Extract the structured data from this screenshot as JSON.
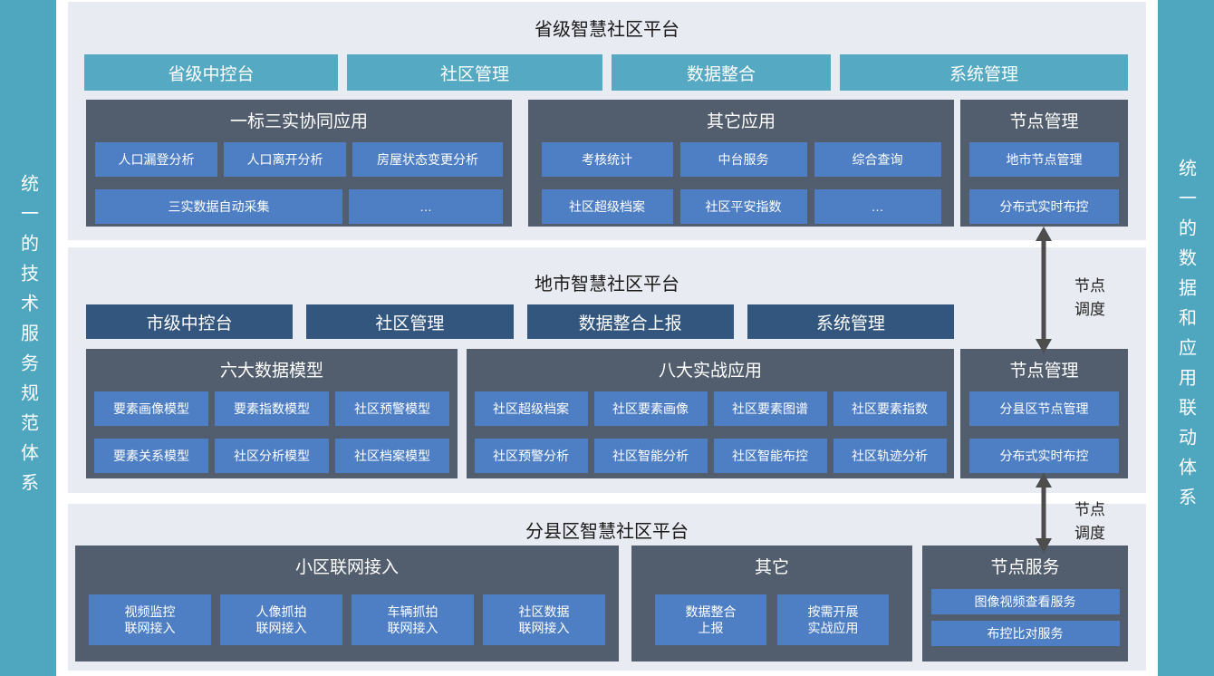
{
  "colors": {
    "sidebar_teal": "#4FA6BF",
    "section_bg": "#E9EBF2",
    "panel_dark": "#525D6D",
    "chip_blue": "#4E7FC4",
    "nav_teal": "#55A9C3",
    "nav_navy": "#33567E",
    "arrow_gray": "#4D4D4D"
  },
  "sidebars": {
    "left": "统一的技术服务规范体系",
    "right": "统一的数据和应用联动体系"
  },
  "provincial": {
    "title": "省级智慧社区平台",
    "nav": [
      "省级中控台",
      "社区管理",
      "数据整合",
      "系统管理"
    ],
    "panels": [
      {
        "title": "一标三实协同应用",
        "rows": [
          [
            "人口漏登分析",
            "人口离开分析",
            "房屋状态变更分析"
          ],
          [
            "三实数据自动采集",
            "…"
          ]
        ]
      },
      {
        "title": "其它应用",
        "rows": [
          [
            "考核统计",
            "中台服务",
            "综合查询"
          ],
          [
            "社区超级档案",
            "社区平安指数",
            "…"
          ]
        ]
      },
      {
        "title": "节点管理",
        "rows": [
          [
            "地市节点管理"
          ],
          [
            "分布式实时布控"
          ]
        ]
      }
    ]
  },
  "city": {
    "title": "地市智慧社区平台",
    "nav": [
      "市级中控台",
      "社区管理",
      "数据整合上报",
      "系统管理"
    ],
    "panels": [
      {
        "title": "六大数据模型",
        "rows": [
          [
            "要素画像模型",
            "要素指数模型",
            "社区预警模型"
          ],
          [
            "要素关系模型",
            "社区分析模型",
            "社区档案模型"
          ]
        ]
      },
      {
        "title": "八大实战应用",
        "rows": [
          [
            "社区超级档案",
            "社区要素画像",
            "社区要素图谱",
            "社区要素指数"
          ],
          [
            "社区预警分析",
            "社区智能分析",
            "社区智能布控",
            "社区轨迹分析"
          ]
        ]
      },
      {
        "title": "节点管理",
        "rows": [
          [
            "分县区节点管理"
          ],
          [
            "分布式实时布控"
          ]
        ]
      }
    ]
  },
  "county": {
    "title": "分县区智慧社区平台",
    "panels": [
      {
        "title": "小区联网接入",
        "rows": [
          [
            "视频监控\n联网接入",
            "人像抓拍\n联网接入",
            "车辆抓拍\n联网接入",
            "社区数据\n联网接入"
          ]
        ]
      },
      {
        "title": "其它",
        "rows": [
          [
            "数据整合\n上报",
            "按需开展\n实战应用"
          ]
        ]
      },
      {
        "title": "节点服务",
        "rows": [
          [
            "图像视频查看服务"
          ],
          [
            "布控比对服务"
          ]
        ]
      }
    ]
  },
  "arrows": [
    {
      "label": "节点\n调度"
    },
    {
      "label": "节点\n调度"
    }
  ]
}
